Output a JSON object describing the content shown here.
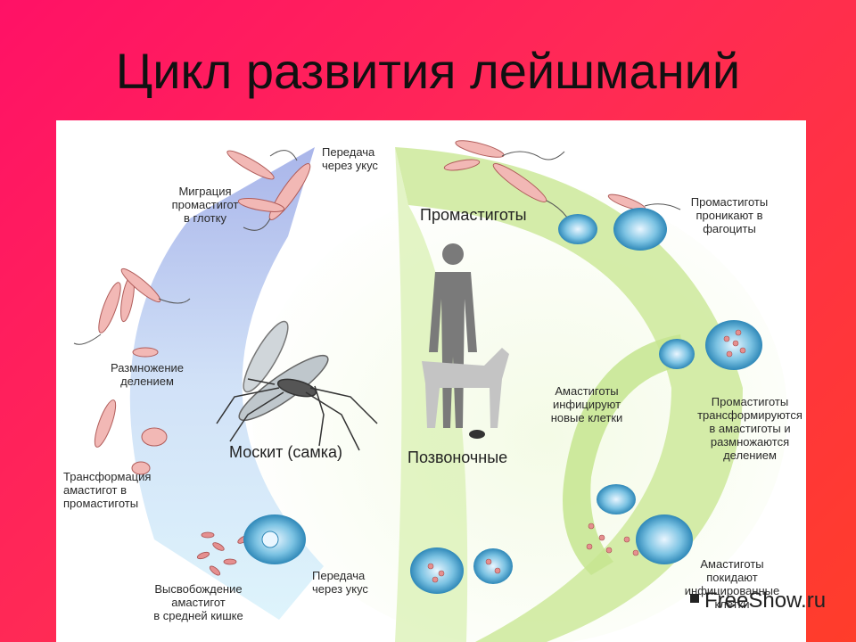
{
  "title": "Цикл развития лейшманий",
  "labels": {
    "bite_top": "Передача\nчерез укус",
    "migration": "Миграция\nпромастигот\nв глотку",
    "multiplication": "Размножение\nделением",
    "transformation_to_promastigotes": "Трансформация\nамастигот в\nпромастиготы",
    "release": "Высвобождение\nамастигот\nв средней кишке",
    "bite_bottom": "Передача\nчерез укус",
    "mosquito": "Москит (самка)",
    "vertebrates": "Позвоночные",
    "promastigotes": "Промастиготы",
    "penetrate": "Промастиготы\nпроникают в\nфагоциты",
    "amastigotes_infect": "Амастиготы\nинфицируют\nновые клетки",
    "transform": "Промастиготы\nтрансформируются\nв амастиготы и\nразмножаются\nделением",
    "leave": "Амастиготы\nпокидают\nинфицированные\nклетки"
  },
  "watermark": "FreeShow.ru",
  "colors": {
    "bg_start": "#ff1166",
    "bg_end": "#ff3d2a",
    "vector_arc": "#bcd8f5",
    "host_arc": "#cfeaa0",
    "parasite_body": "#f2b8b5",
    "host_cell": "#5fb3d8",
    "silhouette": "#7a7a7a"
  }
}
